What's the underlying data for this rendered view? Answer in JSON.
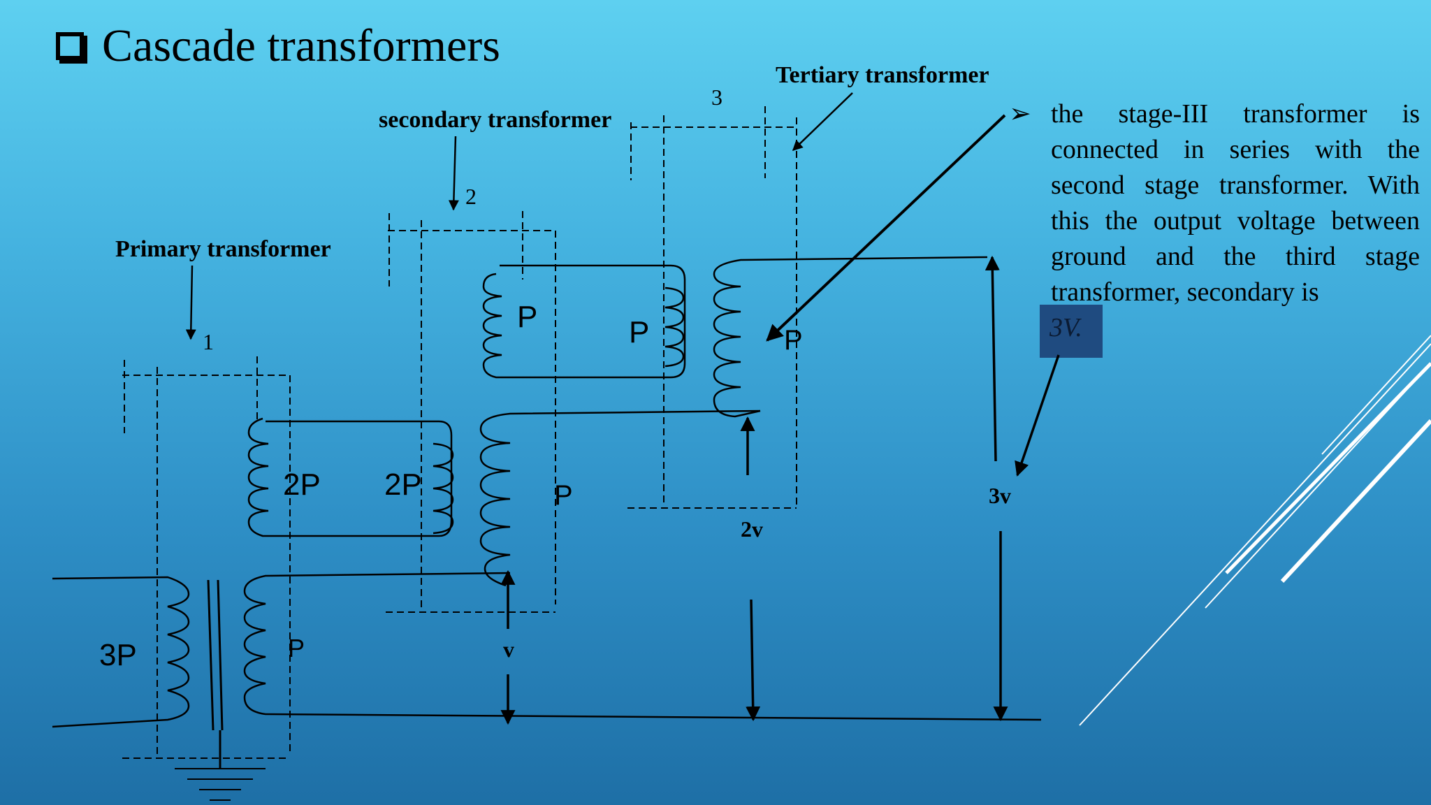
{
  "slide": {
    "title": "Cascade transformers",
    "paragraph": "the stage-III transformer is connected in series with the second stage transformer. With this the output voltage between ground and the third stage transformer, secondary is",
    "highlight": "3V."
  },
  "diagram": {
    "stage_labels": {
      "primary": "Primary transformer",
      "secondary": "secondary transformer",
      "tertiary": "Tertiary transformer"
    },
    "stage_numbers": [
      "1",
      "2",
      "3"
    ],
    "winding_labels": {
      "w3p": "3P",
      "w1p": "P",
      "w2p_left": "2P",
      "w2p_right": "2P",
      "w2_sec": "P",
      "w2_pri": "P",
      "w3_pri": "P",
      "w3_sec": "P"
    },
    "voltage_labels": {
      "v1": "v",
      "v2": "2v",
      "v3": "3v"
    }
  },
  "colors": {
    "background_top": "#5ed0f0",
    "background_bottom": "#1e6fa6",
    "highlight": "#1f4b80"
  }
}
